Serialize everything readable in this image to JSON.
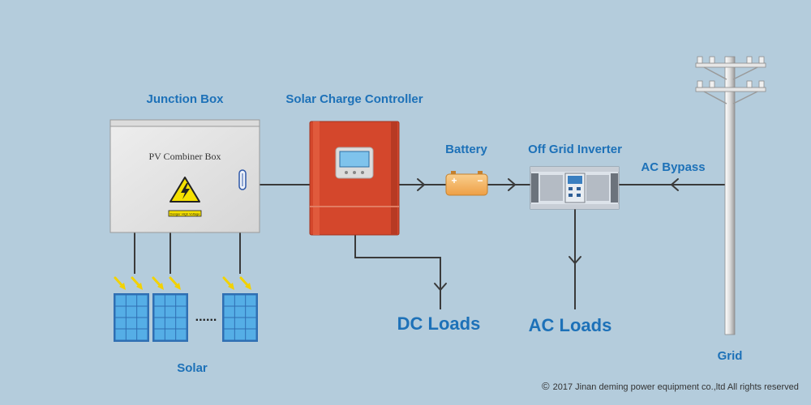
{
  "labels": {
    "junction_box": "Junction Box",
    "combiner_box": "PV Combiner Box",
    "warning_plate": "Danger High Voltage",
    "charge_controller": "Solar Charge Controller",
    "battery": "Battery",
    "inverter": "Off Grid Inverter",
    "ac_bypass": "AC Bypass",
    "dc_loads": "DC Loads",
    "ac_loads": "AC Loads",
    "solar": "Solar",
    "grid": "Grid",
    "battery_plus": "+",
    "battery_minus": "−",
    "panel_ellipsis": "......"
  },
  "copyright": {
    "symbol": "©",
    "text": "2017 Jinan deming power equipment co.,ltd All rights reserved"
  },
  "colors": {
    "background": "#b4ccdc",
    "label_blue": "#1d71b8",
    "wire": "#3a3a3a",
    "controller_red": "#d4472c",
    "battery_orange": "#f4b764",
    "panel_blue": "#4fa6e0",
    "sun_ray_yellow": "#f2d200"
  }
}
